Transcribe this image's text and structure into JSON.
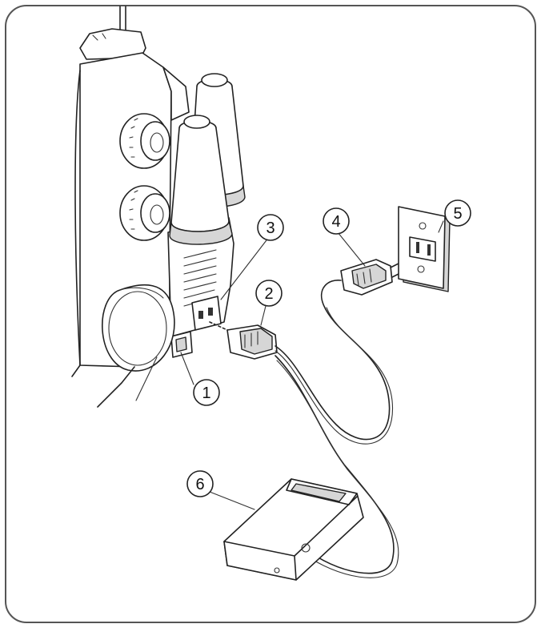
{
  "callouts": [
    {
      "id": "1",
      "label": "1"
    },
    {
      "id": "2",
      "label": "2"
    },
    {
      "id": "3",
      "label": "3"
    },
    {
      "id": "4",
      "label": "4"
    },
    {
      "id": "5",
      "label": "5"
    },
    {
      "id": "6",
      "label": "6"
    }
  ],
  "colors": {
    "line": "#222222",
    "shade": "#d6d6d6",
    "frame": "#555555",
    "background": "#ffffff"
  }
}
